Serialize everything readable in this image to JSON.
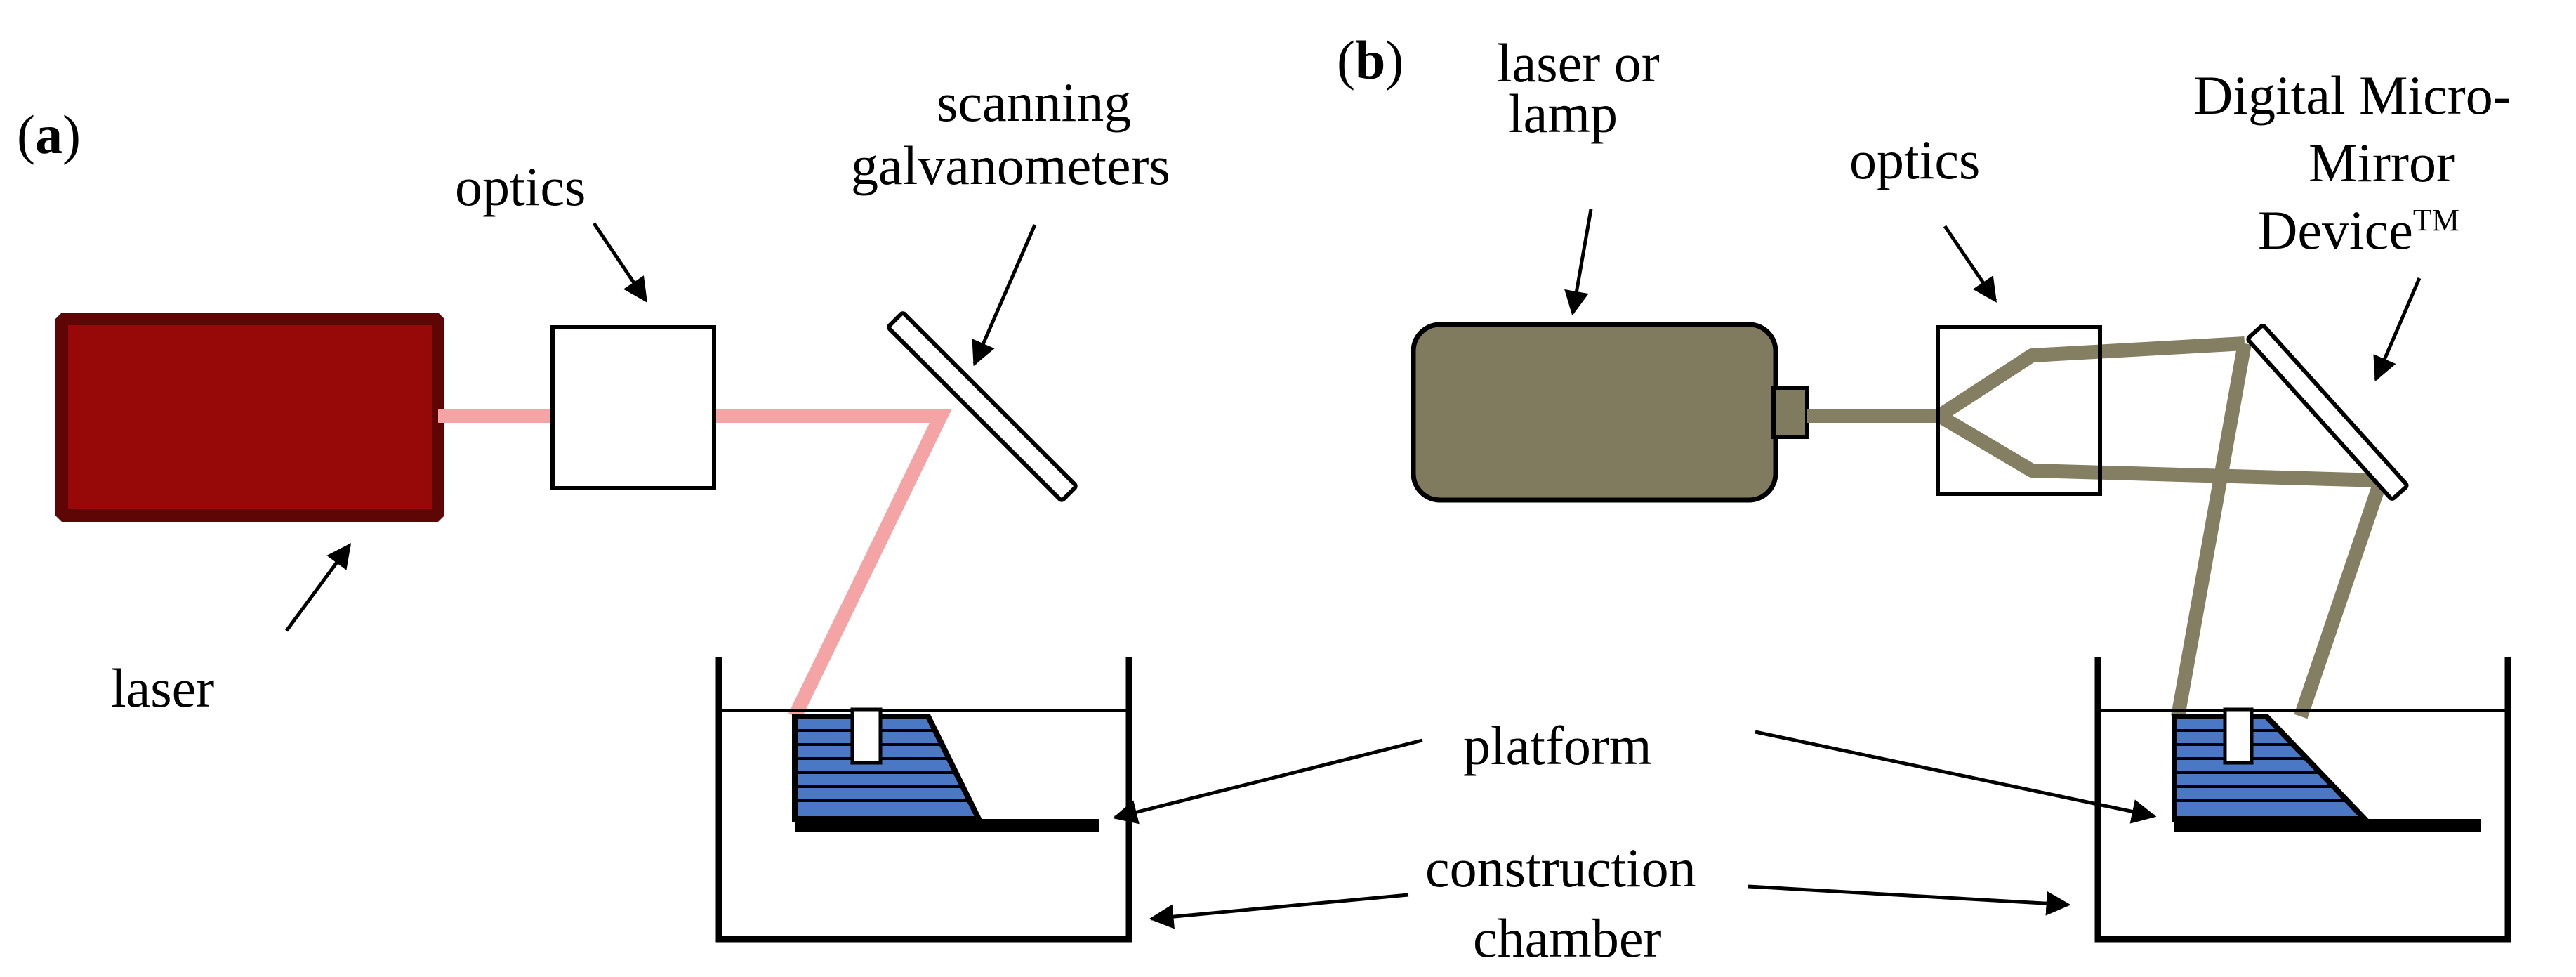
{
  "panel_a": {
    "tag_open": "(",
    "tag": "a",
    "tag_close": ")",
    "labels": {
      "optics": "optics",
      "galvo_line1": "scanning",
      "galvo_line2": "galvanometers",
      "laser": "laser"
    }
  },
  "panel_b": {
    "tag_open": "(",
    "tag": "b",
    "tag_close": ")",
    "labels": {
      "source_line1": "laser or",
      "source_line2": "lamp",
      "optics": "optics",
      "dmd_line1": "Digital Micro-",
      "dmd_line2": "Mirror",
      "dmd_line3": "Device",
      "dmd_tm": "TM"
    }
  },
  "shared_labels": {
    "platform": "platform",
    "chamber_line1": "construction",
    "chamber_line2": "chamber"
  },
  "colors": {
    "laser_body": "#970808",
    "laser_border": "#5e0606",
    "laser_beam": "#f4a4a4",
    "lamp_body": "#807b5e",
    "lamp_beam": "#847e62",
    "part_fill": "#4a78c4",
    "ink": "#000000"
  }
}
